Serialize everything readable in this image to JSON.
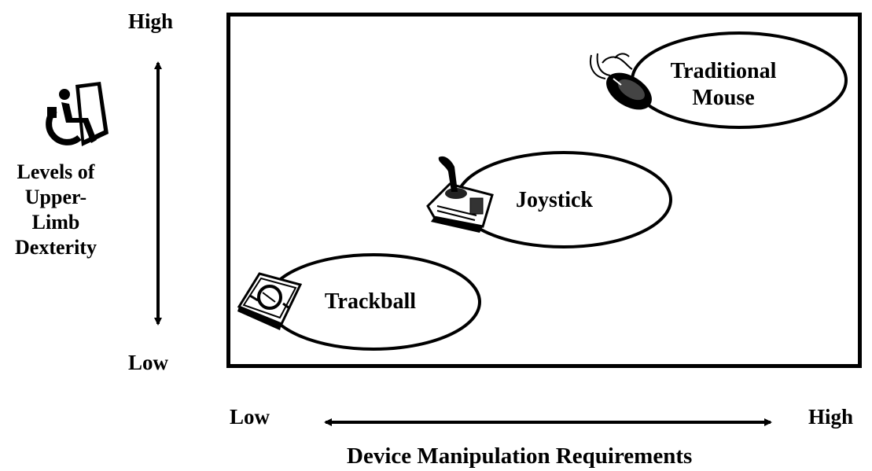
{
  "y_axis": {
    "high": "High",
    "low": "Low",
    "title_lines": [
      "Levels of",
      "Upper-",
      "Limb",
      "Dexterity"
    ],
    "icon": "wheelchair-accessibility-icon"
  },
  "x_axis": {
    "low": "Low",
    "high": "High",
    "title": "Device Manipulation Requirements"
  },
  "devices": [
    {
      "label_lines": [
        "Traditional",
        "Mouse"
      ],
      "icon": "mouse-icon"
    },
    {
      "label_lines": [
        "Joystick"
      ],
      "icon": "joystick-icon"
    },
    {
      "label_lines": [
        "Trackball"
      ],
      "icon": "trackball-icon"
    }
  ]
}
